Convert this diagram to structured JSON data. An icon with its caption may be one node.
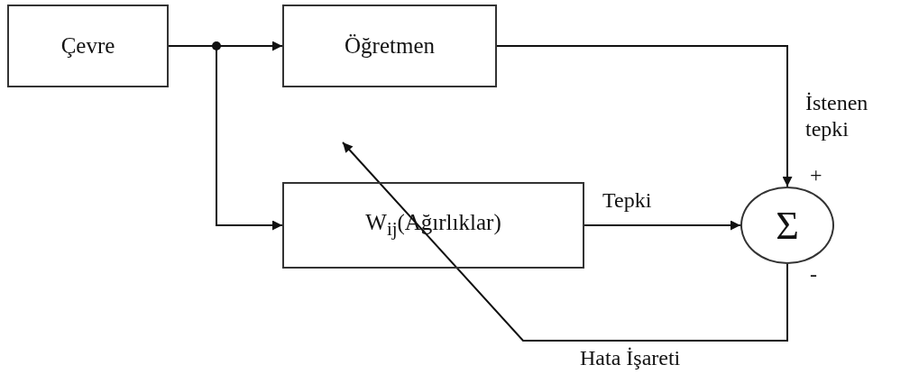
{
  "diagram": {
    "nodes": [
      {
        "text": [
          "Çevre"
        ]
      },
      {
        "text": [
          "Öğretmen"
        ]
      },
      {
        "text": [
          "W$_{ij}$(Ağırlıklar)"
        ]
      },
      {
        "text": [
          "Σ"
        ]
      }
    ],
    "edges": [
      {
        "from": 0,
        "to": 1,
        "arrow": "to"
      },
      {
        "from": 0,
        "to": 2,
        "arrow": "to"
      },
      {
        "from": 1,
        "to": 3,
        "arrow": "to",
        "label": "İstenen tepki"
      },
      {
        "from": 2,
        "to": 3,
        "arrow": "to",
        "label": "Tepki"
      },
      {
        "from": 3,
        "to": null,
        "arrow": "to",
        "label": "Hata İşareti"
      }
    ],
    "labels": [
      "+",
      "-"
    ]
  }
}
